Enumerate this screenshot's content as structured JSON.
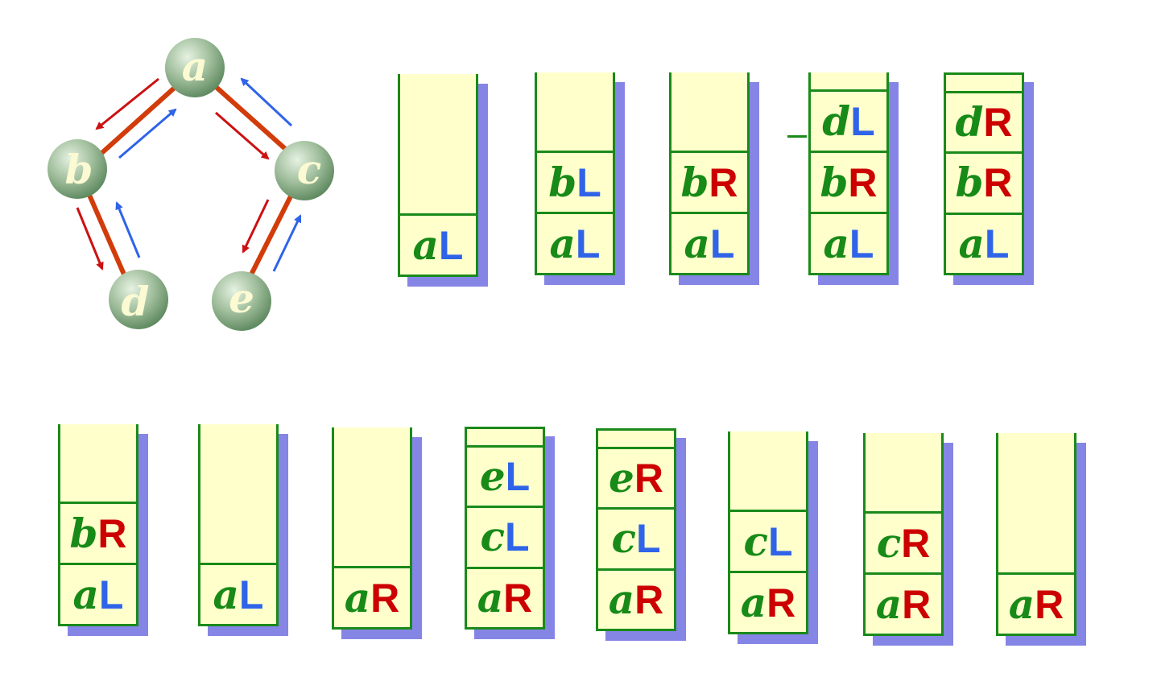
{
  "tree": {
    "nodes": [
      {
        "id": "a",
        "label": "a"
      },
      {
        "id": "b",
        "label": "b"
      },
      {
        "id": "c",
        "label": "c"
      },
      {
        "id": "d",
        "label": "d"
      },
      {
        "id": "e",
        "label": "e"
      }
    ],
    "edges": [
      [
        "a",
        "b"
      ],
      [
        "a",
        "c"
      ],
      [
        "b",
        "d"
      ],
      [
        "c",
        "e"
      ]
    ]
  },
  "colors": {
    "node": "#8fb08f",
    "edge": "#d23c0a",
    "arrow_down": "#cc1111",
    "arrow_up": "#2f64e8",
    "stack_fill": "#ffffcc",
    "stack_border": "#1a8a1a",
    "shadow": "#8585e6",
    "L": "#2f64e8",
    "R": "#cc0000",
    "node_text": "#178a17"
  },
  "stacks_row1": [
    [
      {
        "node": "a",
        "dir": "L"
      }
    ],
    [
      {
        "node": "b",
        "dir": "L"
      },
      {
        "node": "a",
        "dir": "L"
      }
    ],
    [
      {
        "node": "b",
        "dir": "R"
      },
      {
        "node": "a",
        "dir": "L"
      }
    ],
    [
      {
        "node": "d",
        "dir": "L"
      },
      {
        "node": "b",
        "dir": "R"
      },
      {
        "node": "a",
        "dir": "L"
      }
    ],
    [
      {
        "node": "d",
        "dir": "R"
      },
      {
        "node": "b",
        "dir": "R"
      },
      {
        "node": "a",
        "dir": "L"
      }
    ]
  ],
  "stacks_row2": [
    [
      {
        "node": "b",
        "dir": "R"
      },
      {
        "node": "a",
        "dir": "L"
      }
    ],
    [
      {
        "node": "a",
        "dir": "L"
      }
    ],
    [
      {
        "node": "a",
        "dir": "R"
      }
    ],
    [
      {
        "node": "e",
        "dir": "L"
      },
      {
        "node": "c",
        "dir": "L"
      },
      {
        "node": "a",
        "dir": "R"
      }
    ],
    [
      {
        "node": "e",
        "dir": "R"
      },
      {
        "node": "c",
        "dir": "L"
      },
      {
        "node": "a",
        "dir": "R"
      }
    ],
    [
      {
        "node": "c",
        "dir": "L"
      },
      {
        "node": "a",
        "dir": "R"
      }
    ],
    [
      {
        "node": "c",
        "dir": "R"
      },
      {
        "node": "a",
        "dir": "R"
      }
    ],
    [
      {
        "node": "a",
        "dir": "R"
      }
    ]
  ]
}
